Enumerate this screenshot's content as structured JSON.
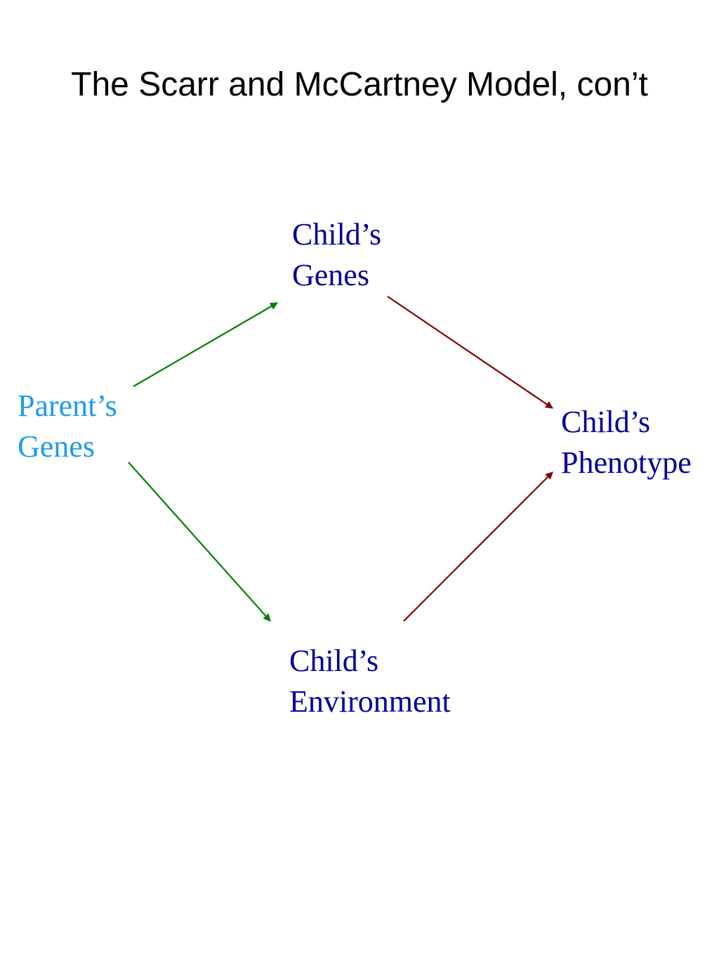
{
  "title": "The Scarr and McCartney Model, con’t",
  "colors": {
    "title": "#000000",
    "parent_node": "#1e9bf0",
    "child_node": "#000099",
    "parent_arrow": "#008000",
    "child_arrow": "#800000"
  },
  "nodes": {
    "parent_genes": {
      "line1": "Parent’s",
      "line2": "Genes"
    },
    "child_genes": {
      "line1": "Child’s",
      "line2": "Genes"
    },
    "child_phenotype": {
      "line1": "Child’s",
      "line2": "Phenotype"
    },
    "child_environment": {
      "line1": "Child’s",
      "line2": "Environment"
    }
  },
  "edges": [
    {
      "from": "parent_genes",
      "to": "child_genes",
      "color": "parent_arrow"
    },
    {
      "from": "parent_genes",
      "to": "child_environment",
      "color": "parent_arrow"
    },
    {
      "from": "child_genes",
      "to": "child_phenotype",
      "color": "child_arrow"
    },
    {
      "from": "child_environment",
      "to": "child_phenotype",
      "color": "child_arrow"
    }
  ]
}
